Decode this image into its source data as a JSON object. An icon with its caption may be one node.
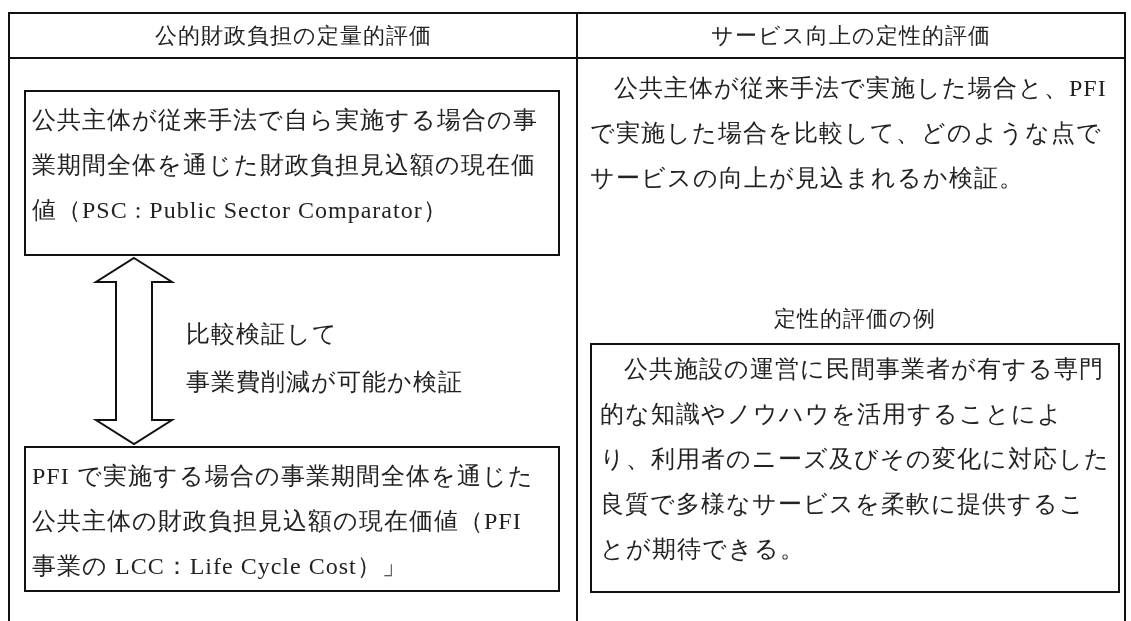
{
  "diagram": {
    "nodes": [
      {
        "text": [
          "公共主体が従来手法で自ら実施する場合の事業期間全体を通じた財政負担見込額の現在価値（PSC : Public Sector Comparator）"
        ]
      },
      {
        "text": [
          "PFI で実施する場合の事業期間全体を通じた公共主体の財政負担見込額の現在価値（PFI 事業の LCC：Life Cycle Cost）」"
        ]
      },
      {
        "text": [
          "定性的評価の例",
          "公共施設の運営に民間事業者が有する専門的な知識やノウハウを活用することにより、利用者のニーズ及びその変化に対応した良質で多様なサービスを柔軟に提供することが期待できる。"
        ]
      }
    ],
    "edges": [
      {
        "from": 0,
        "to": 1,
        "arrow": "both"
      }
    ],
    "labels": [
      "公的財政負担の定量的評価",
      "サービス向上の定性的評価",
      "公共主体が従来手法で実施した場合と、PFI で実施した場合を比較して、どのような点でサービスの向上が見込まれるか検証。",
      "比較検証して",
      "事業費削減が可能か検証"
    ]
  }
}
